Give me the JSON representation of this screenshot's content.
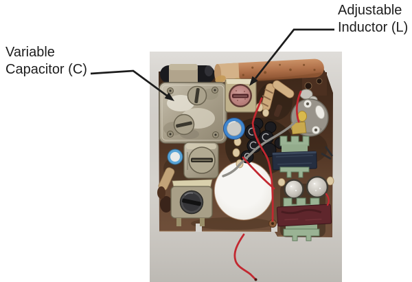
{
  "annotations": {
    "capacitor": {
      "line1": "Variable",
      "line2": "Capacitor (C)"
    },
    "inductor": {
      "line1": "Adjustable",
      "line2": "Inductor (L)"
    }
  },
  "figure": {
    "subject": "vintage-transistor-radio-circuit-board-photo",
    "components": [
      "variable-capacitor-can",
      "adjustable-inductor-with-pink-slug",
      "copper-coil-tube",
      "if-transformer-cans",
      "blue-electrolytic-capacitor",
      "green-if-transformers",
      "silver-disc-capacitors",
      "phenolic-board-with-round-cutout",
      "red-hookup-wires"
    ]
  },
  "palette": {
    "annotation": "#1c1c1c",
    "photo_bg": "#d5d2cd",
    "board": "#5f3f2b",
    "hole_white": "#f2f1ed",
    "wire_red": "#c22830",
    "transformer_green": "#93ac8c",
    "transformer_green_light": "#9ab394",
    "core_navy": "#252e40",
    "core_maroon": "#5f262c",
    "cap_blue": "#3f86cf",
    "cap_blue_light": "#5aa4d6",
    "slug_pink": "#bb827e",
    "copper": "#b0714a",
    "metal": "#aca388"
  }
}
